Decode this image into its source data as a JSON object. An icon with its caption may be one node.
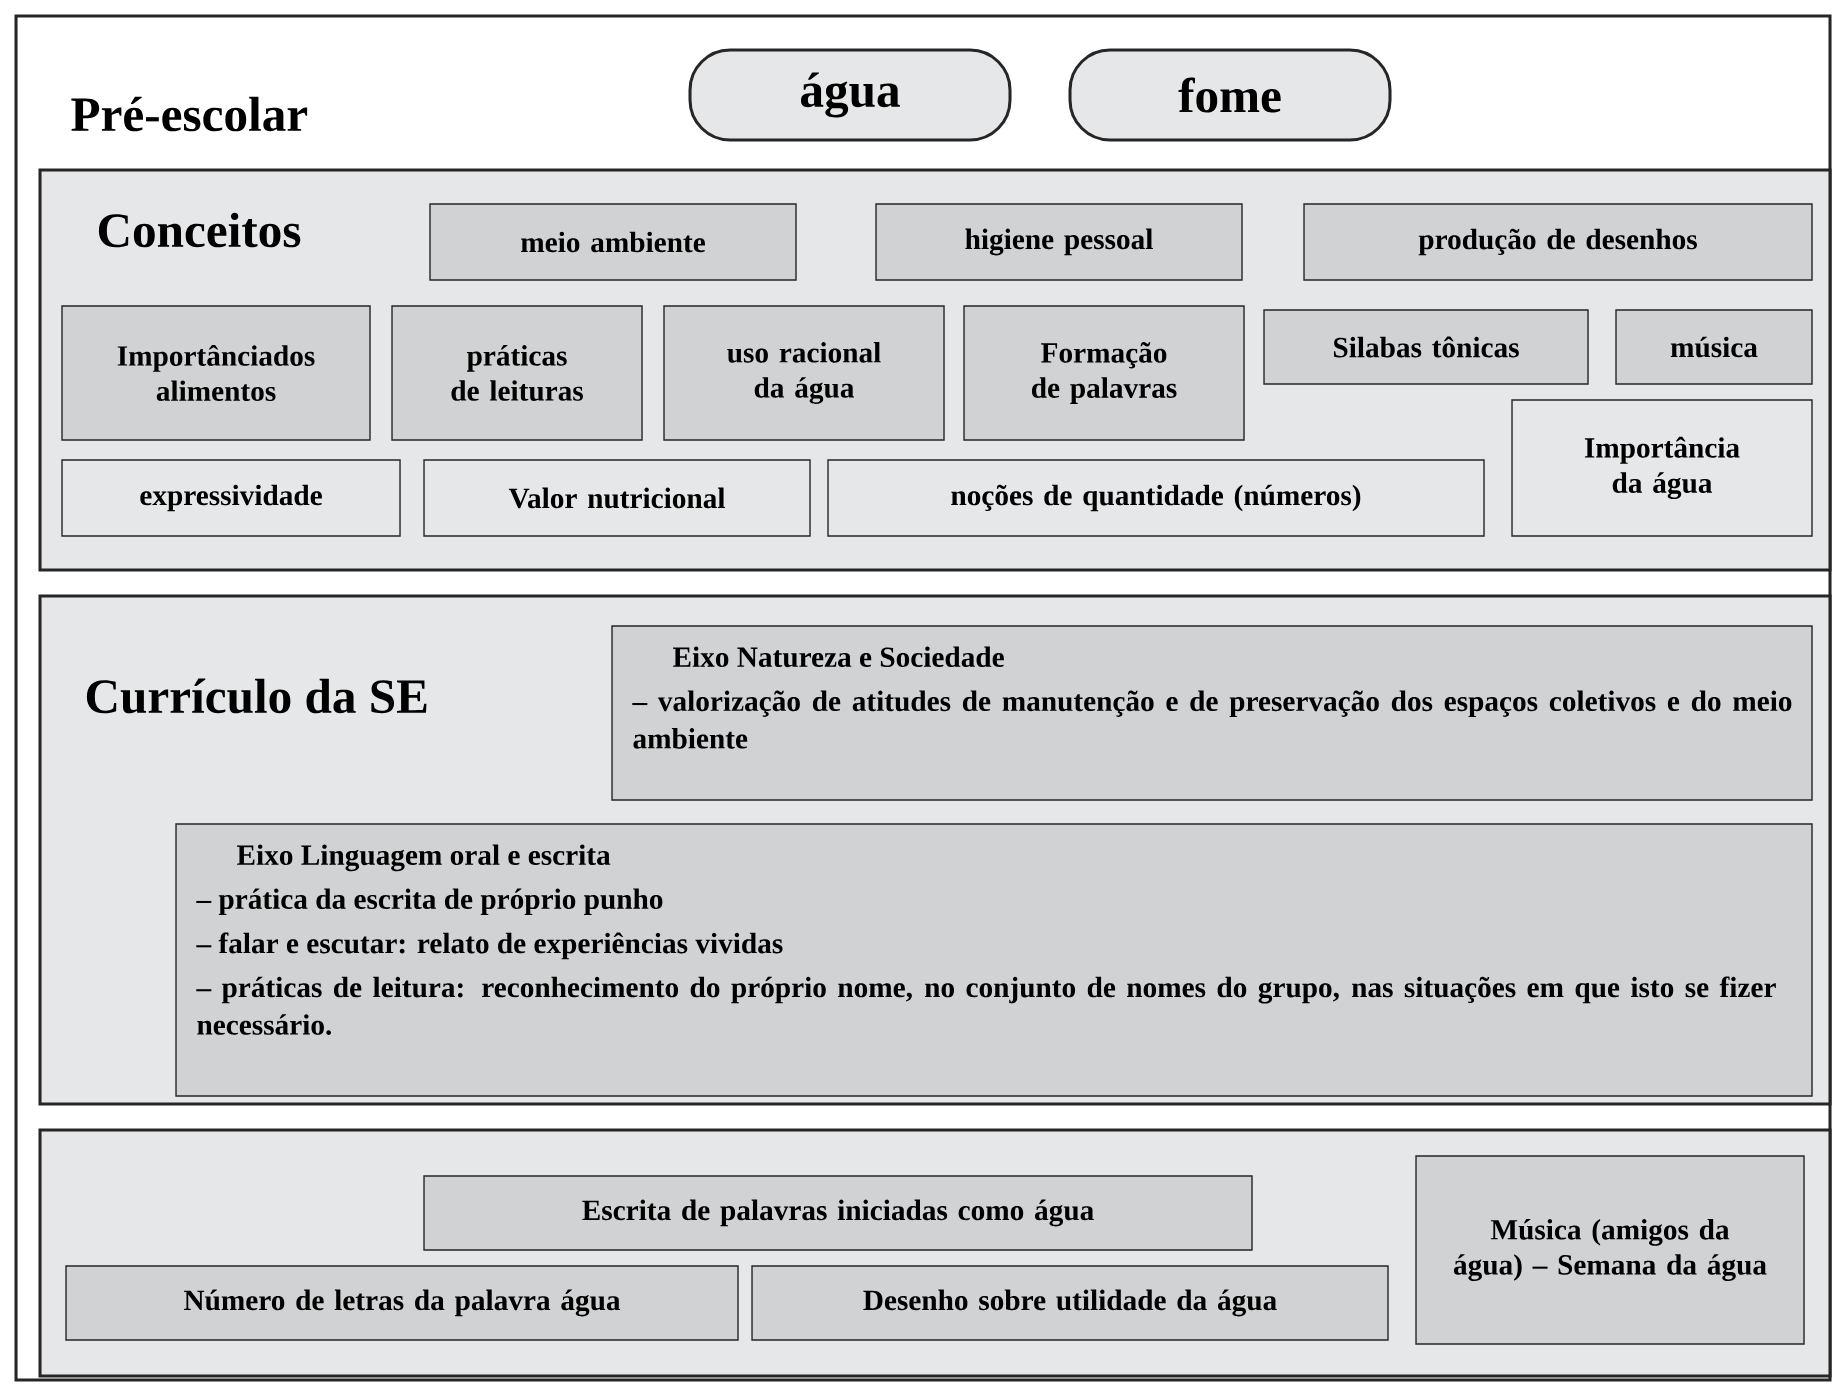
{
  "diagram": {
    "nodes": [
      {
        "text": [
          "Pré-escolar"
        ]
      },
      {
        "text": [
          "água"
        ],
        "in": 0
      },
      {
        "text": [
          "fome"
        ],
        "in": 0
      },
      {
        "text": [
          "Conceitos"
        ],
        "in": 0
      },
      {
        "text": [
          "meio ambiente"
        ],
        "in": 3
      },
      {
        "text": [
          "higiene pessoal"
        ],
        "in": 3
      },
      {
        "text": [
          "produção de desenhos"
        ],
        "in": 3
      },
      {
        "text": [
          "Importânciados alimentos"
        ],
        "in": 3
      },
      {
        "text": [
          "práticas de leituras"
        ],
        "in": 3
      },
      {
        "text": [
          "uso racional da água"
        ],
        "in": 3
      },
      {
        "text": [
          "Formação de palavras"
        ],
        "in": 3
      },
      {
        "text": [
          "Silabas tônicas"
        ],
        "in": 3
      },
      {
        "text": [
          "música"
        ],
        "in": 3
      },
      {
        "text": [
          "expressividade"
        ],
        "in": 3
      },
      {
        "text": [
          "Valor nutricional"
        ],
        "in": 3
      },
      {
        "text": [
          "noções de quantidade (números)"
        ],
        "in": 3
      },
      {
        "text": [
          "Importância da água"
        ],
        "in": 3
      },
      {
        "text": [
          "Currículo da SE"
        ],
        "in": 0
      },
      {
        "text": [
          "Eixo Natureza e Sociedade",
          "– valorização de atitudes de manutenção e de preservação dos espaços coletivos e do meio ambiente"
        ],
        "in": 17
      },
      {
        "text": [
          "Eixo Linguagem oral e escrita",
          "– prática da escrita de próprio punho",
          "– falar e escutar: relato de experiências vividas",
          "– práticas de leitura: reconhecimento do próprio nome, no conjunto de nomes do grupo, nas situações em que isto se fizer necessário."
        ],
        "in": 17
      },
      {
        "text": [],
        "shape": "box",
        "in": 0
      },
      {
        "text": [
          "Escrita de palavras iniciadas como água"
        ],
        "in": 20
      },
      {
        "text": [
          "Número de letras da palavra água"
        ],
        "in": 20
      },
      {
        "text": [
          "Desenho sobre utilidade da água"
        ],
        "in": 20
      },
      {
        "text": [
          "Música (amigos da água) – Semana da água"
        ],
        "in": 20
      }
    ]
  }
}
